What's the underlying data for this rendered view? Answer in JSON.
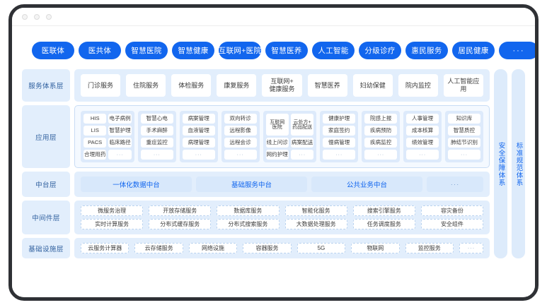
{
  "window": {
    "traffic_lights": [
      "close",
      "minimize",
      "maximize"
    ]
  },
  "tags": [
    "医联体",
    "医共体",
    "智慧医院",
    "智慧健康",
    "互联网+医院",
    "智慧医养",
    "人工智能",
    "分级诊疗",
    "惠民服务",
    "居民健康",
    "···"
  ],
  "layers": {
    "service": {
      "label": "服务体系层",
      "items": [
        "门诊服务",
        "住院服务",
        "体检服务",
        "康复服务",
        "互联网+\n健康服务",
        "智慧医养",
        "妇幼保健",
        "院内监控",
        "人工智能应用"
      ]
    },
    "application": {
      "label": "应用层",
      "groups": [
        {
          "columns": [
            {
              "cells": [
                "HIS",
                "LIS",
                "PACS",
                "合理用药"
              ]
            },
            {
              "cells": [
                "电子病例",
                "智慧护理",
                "临床路径",
                "···"
              ]
            }
          ]
        },
        {
          "columns": [
            {
              "cells": [
                "智慧心电",
                "手术麻醉",
                "重症监控",
                "···"
              ]
            }
          ]
        },
        {
          "columns": [
            {
              "cells": [
                "病案管理",
                "血液管理",
                "病理管理",
                "···"
              ]
            }
          ]
        },
        {
          "columns": [
            {
              "cells": [
                "双向转诊",
                "远程影像",
                "远程会诊",
                "···"
              ]
            }
          ]
        },
        {
          "columns": [
            {
              "cells": [
                "互联网\n医院",
                "线上问诊",
                "网约护理"
              ]
            },
            {
              "cells": [
                "云处方+\n药品配送",
                "病案配送",
                "···"
              ]
            }
          ]
        },
        {
          "columns": [
            {
              "cells": [
                "健康护理",
                "家庭签约",
                "慢病管理",
                "···"
              ]
            }
          ]
        },
        {
          "columns": [
            {
              "cells": [
                "院感上报",
                "疾病预防",
                "疾病监控",
                "···"
              ]
            }
          ]
        },
        {
          "columns": [
            {
              "cells": [
                "人事管理",
                "成本核算",
                "绩效管理",
                "···"
              ]
            }
          ]
        },
        {
          "columns": [
            {
              "cells": [
                "知识库",
                "智慧质控",
                "肺结节识别",
                "···"
              ]
            }
          ]
        }
      ]
    },
    "midplatform": {
      "label": "中台层",
      "items": [
        "一体化数据中台",
        "基础服务中台",
        "公共业务中台"
      ],
      "ellipsis": "···"
    },
    "middleware": {
      "label": "中间件层",
      "row1": [
        "微服务治理",
        "开放存储服务",
        "数据库服务",
        "智能化服务",
        "搜索引擎服务",
        "容灾备份"
      ],
      "row2": [
        "实时计算服务",
        "分布式缓存服务",
        "分布式搜索服务",
        "大数据处理服务",
        "任务调度服务",
        "安全组件"
      ]
    },
    "infrastructure": {
      "label": "基础设施层",
      "items": [
        "云服务计算器",
        "云存储服务",
        "网络设施",
        "容器服务",
        "5G",
        "物联网",
        "监控服务"
      ],
      "ellipsis": "···"
    }
  },
  "side_bars": [
    "安全保障体系",
    "标准规范体系"
  ],
  "colors": {
    "accent": "#1266ee",
    "layer_bg": "#e2eefc",
    "app_group_bg": "#ddeafb",
    "mid_card_bg": "#d8e8fb",
    "dash_border": "#b9d2ef",
    "frame": "#2f3135"
  }
}
